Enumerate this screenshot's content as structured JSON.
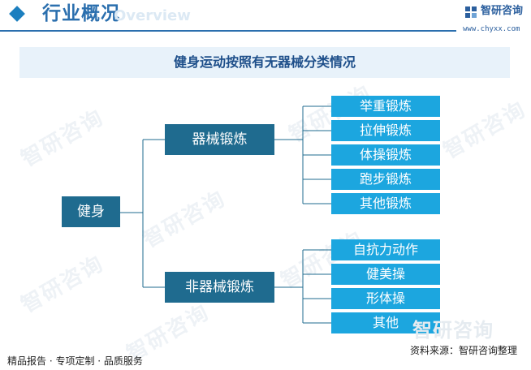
{
  "header": {
    "title": "行业概况",
    "subtitle": "Overview",
    "brand_name": "智研咨询",
    "brand_url": "www.chyxx.com",
    "accent_color": "#2b6fae",
    "brand_icon": "brand-logo-icon",
    "title_icon": "diamond-icon"
  },
  "diagram": {
    "title": "健身运动按照有无器械分类情况",
    "root": {
      "label": "健身"
    },
    "branches": [
      {
        "label": "器械锻炼",
        "children": [
          "举重锻炼",
          "拉伸锻炼",
          "体操锻炼",
          "跑步锻炼",
          "其他锻炼"
        ]
      },
      {
        "label": "非器械锻炼",
        "children": [
          "自抗力动作",
          "健美操",
          "形体操",
          "其他"
        ]
      }
    ],
    "colors": {
      "dark": "#1f6b8f",
      "light": "#1ca6df",
      "line": "#1f6b8f"
    }
  },
  "watermark": {
    "text": "智研咨询"
  },
  "footer": {
    "left": "精品报告 · 专项定制 · 品质服务",
    "source": "资料来源：智研咨询整理"
  }
}
